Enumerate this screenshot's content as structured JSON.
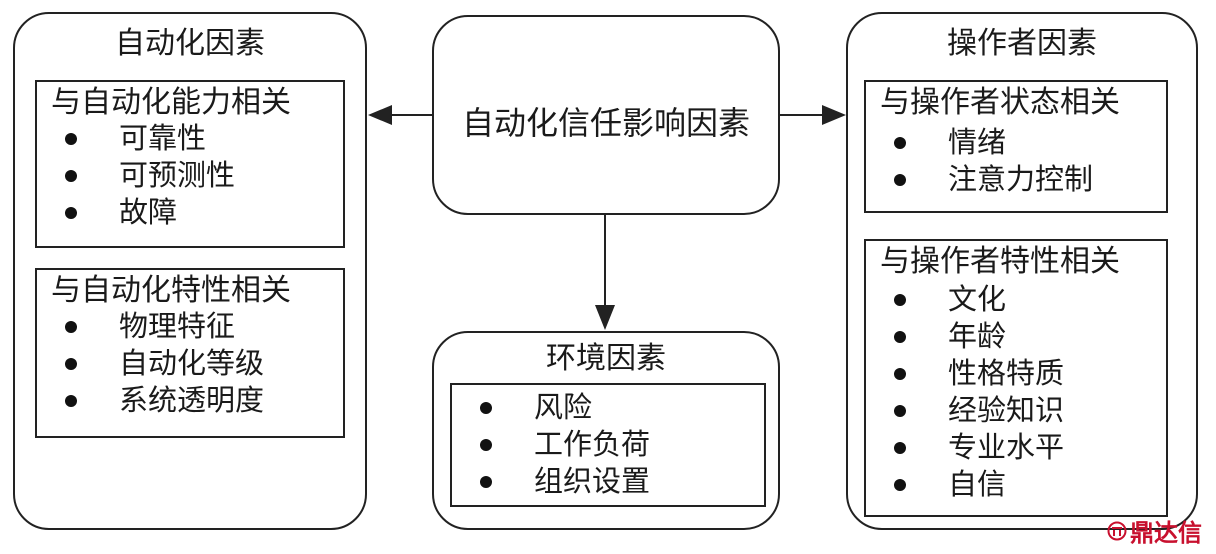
{
  "center": {
    "title": "自动化信任影响因素"
  },
  "automation": {
    "title": "自动化因素",
    "groups": [
      {
        "title": "与自动化能力相关",
        "items": [
          "可靠性",
          "可预测性",
          "故障"
        ]
      },
      {
        "title": "与自动化特性相关",
        "items": [
          "物理特征",
          "自动化等级",
          "系统透明度"
        ]
      }
    ]
  },
  "operator": {
    "title": "操作者因素",
    "groups": [
      {
        "title": "与操作者状态相关",
        "items": [
          "情绪",
          "注意力控制"
        ]
      },
      {
        "title": "与操作者特性相关",
        "items": [
          "文化",
          "年龄",
          "性格特质",
          "经验知识",
          "专业水平",
          "自信"
        ]
      }
    ]
  },
  "environment": {
    "title": "环境因素",
    "items": [
      "风险",
      "工作负荷",
      "组织设置"
    ]
  },
  "watermark": {
    "text": "鼎达信",
    "color": "#c8102e"
  }
}
